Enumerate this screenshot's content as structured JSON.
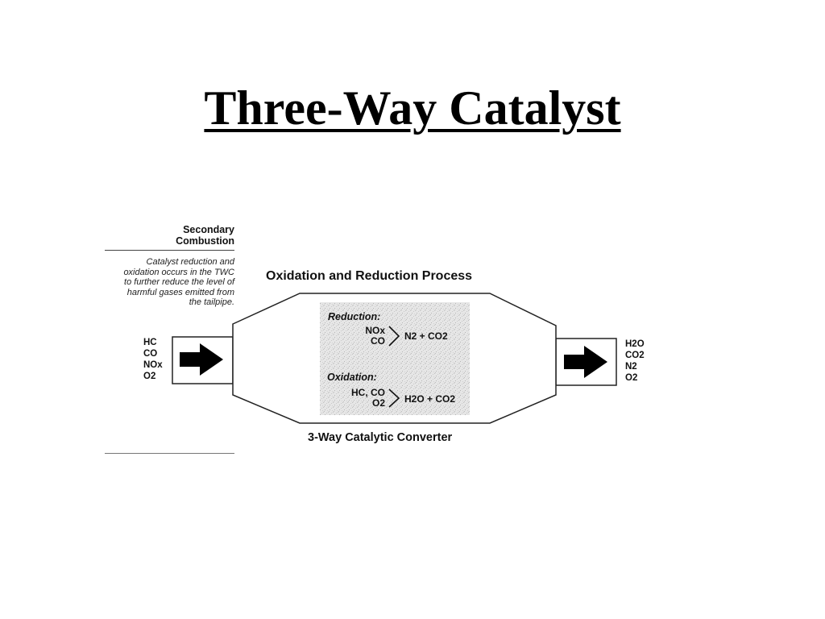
{
  "title": "Three-Way Catalyst",
  "sidebar": {
    "heading": [
      "Secondary",
      "Combustion"
    ],
    "caption": [
      "Catalyst reduction and",
      "oxidation occurs in the TWC",
      "to further reduce the level of",
      "harmful gases emitted from",
      "the tailpipe."
    ]
  },
  "diagram": {
    "process_title": "Oxidation and Reduction Process",
    "converter_label": "3-Way Catalytic Converter",
    "inlet_gases": [
      "HC",
      "CO",
      "NOx",
      "O2"
    ],
    "outlet_gases": [
      "H2O",
      "CO2",
      "N2",
      "O2"
    ],
    "reduction": {
      "title": "Reduction:",
      "reactants": [
        "NOx",
        "CO"
      ],
      "products": "N2 + CO2"
    },
    "oxidation": {
      "title": "Oxidation:",
      "reactants": [
        "HC, CO",
        "O2"
      ],
      "products": "H2O + CO2"
    }
  },
  "icons": {
    "inlet_arrow": "arrow-right-icon",
    "outlet_arrow": "arrow-right-icon"
  }
}
